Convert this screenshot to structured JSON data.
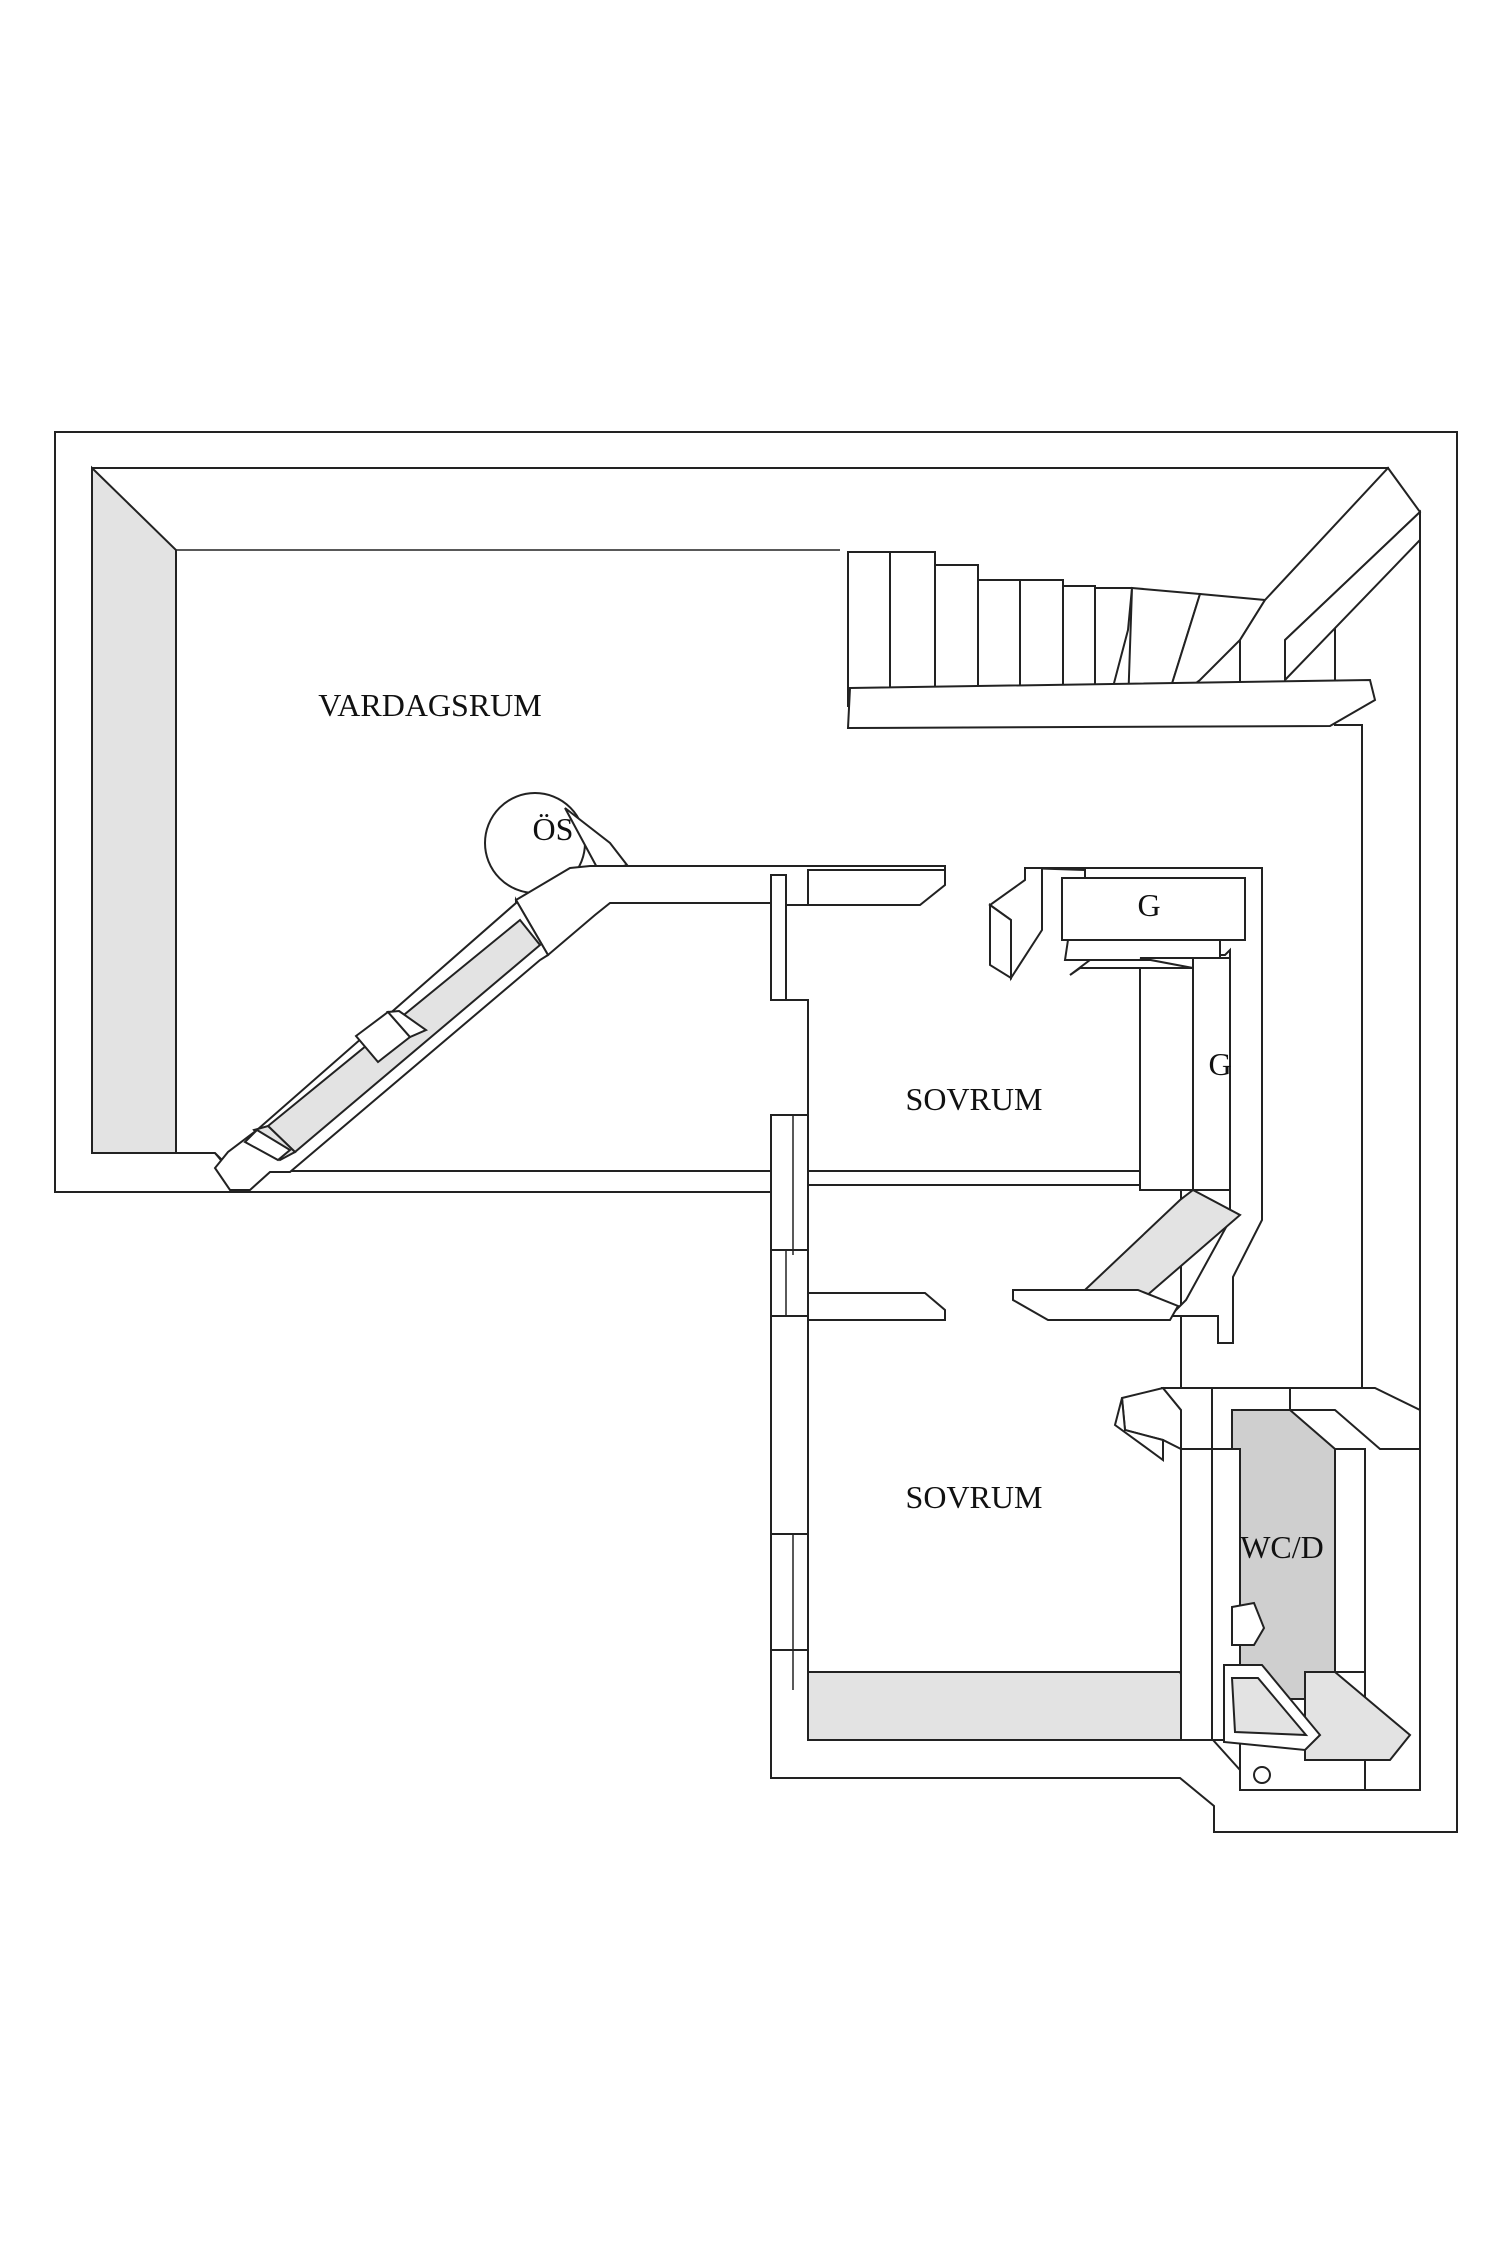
{
  "rooms": {
    "living_room": "VARDAGSRUM",
    "fireplace": "ÖS",
    "bedroom_1": "SOVRUM",
    "bedroom_2": "SOVRUM",
    "wardrobe_1": "G",
    "wardrobe_2": "G",
    "wc": "WC/D"
  },
  "colors": {
    "wall_fill": "#ffffff",
    "line": "#222222",
    "shade": "#e3e3e3",
    "wc_floor": "#cfcfcf"
  }
}
